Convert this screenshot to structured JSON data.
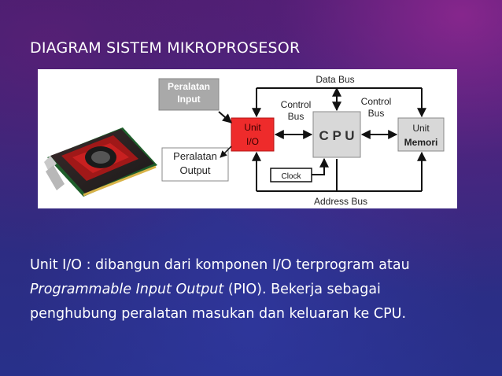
{
  "slide": {
    "title": "DIAGRAM SISTEM MIKROPROSESOR"
  },
  "diagram": {
    "data_bus": "Data Bus",
    "address_bus": "Address Bus",
    "control_bus_left": [
      "Control",
      "Bus"
    ],
    "control_bus_right": [
      "Control",
      "Bus"
    ],
    "input_device": [
      "Peralatan",
      "Input"
    ],
    "output_device": [
      "Peralatan",
      "Output"
    ],
    "io_unit": [
      "Unit",
      "I/O"
    ],
    "cpu": "C P U",
    "memory_unit": [
      "Unit",
      "Memori"
    ],
    "clock": "Clock"
  },
  "body": {
    "line1": "Unit I/O : dibangun dari komponen I/O terprogram atau",
    "line2_italic": "Programmable Input Output",
    "line2_rest": " (PIO). Bekerja sebagai",
    "line3": "penghubung peralatan masukan dan keluaran ke CPU."
  },
  "colors": {
    "io_unit": "#ee2b2b",
    "box_gray": "#d8d8d8",
    "input_box": "#a9a9a9",
    "text_white": "#ffffff"
  }
}
